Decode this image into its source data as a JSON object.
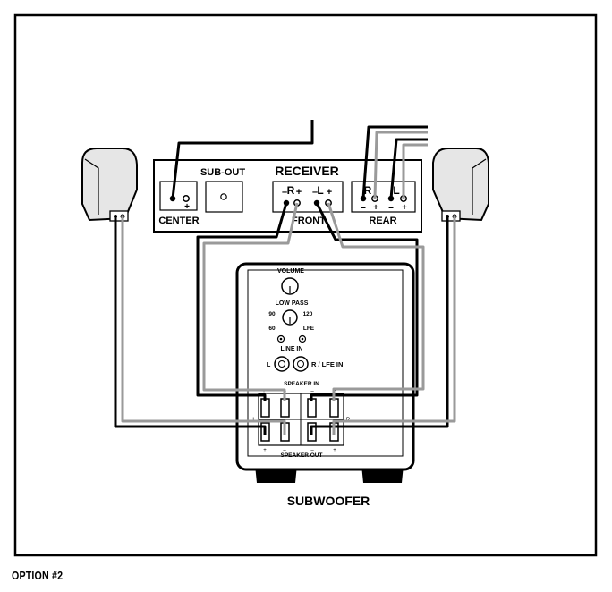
{
  "caption": "OPTION #2",
  "receiver": {
    "title": "RECEIVER",
    "sub_out": "SUB-OUT",
    "center": {
      "label": "CENTER",
      "minus": "–",
      "plus": "+"
    },
    "front": {
      "label": "FRONT",
      "r": "R",
      "l": "L",
      "minus": "–",
      "plus": "+"
    },
    "rear": {
      "label": "REAR",
      "r": "R",
      "l": "L",
      "minus": "–",
      "plus": "+"
    }
  },
  "subwoofer": {
    "label": "SUBWOOFER",
    "volume": "VOLUME",
    "low_pass": "LOW PASS",
    "lp_90": "90",
    "lp_120": "120",
    "lp_60": "60",
    "lp_lfe": "LFE",
    "line_in": "LINE IN",
    "line_l": "L",
    "line_r": "R / LFE IN",
    "speaker_in": "SPEAKER IN",
    "speaker_out": "SPEAKER OUT",
    "term_l": "L",
    "term_r": "R",
    "sign_plus": "+",
    "sign_minus": "–"
  },
  "colors": {
    "ink": "#000000",
    "wire_gray": "#9a9a9a",
    "speaker_fill": "#e6e6e6"
  }
}
